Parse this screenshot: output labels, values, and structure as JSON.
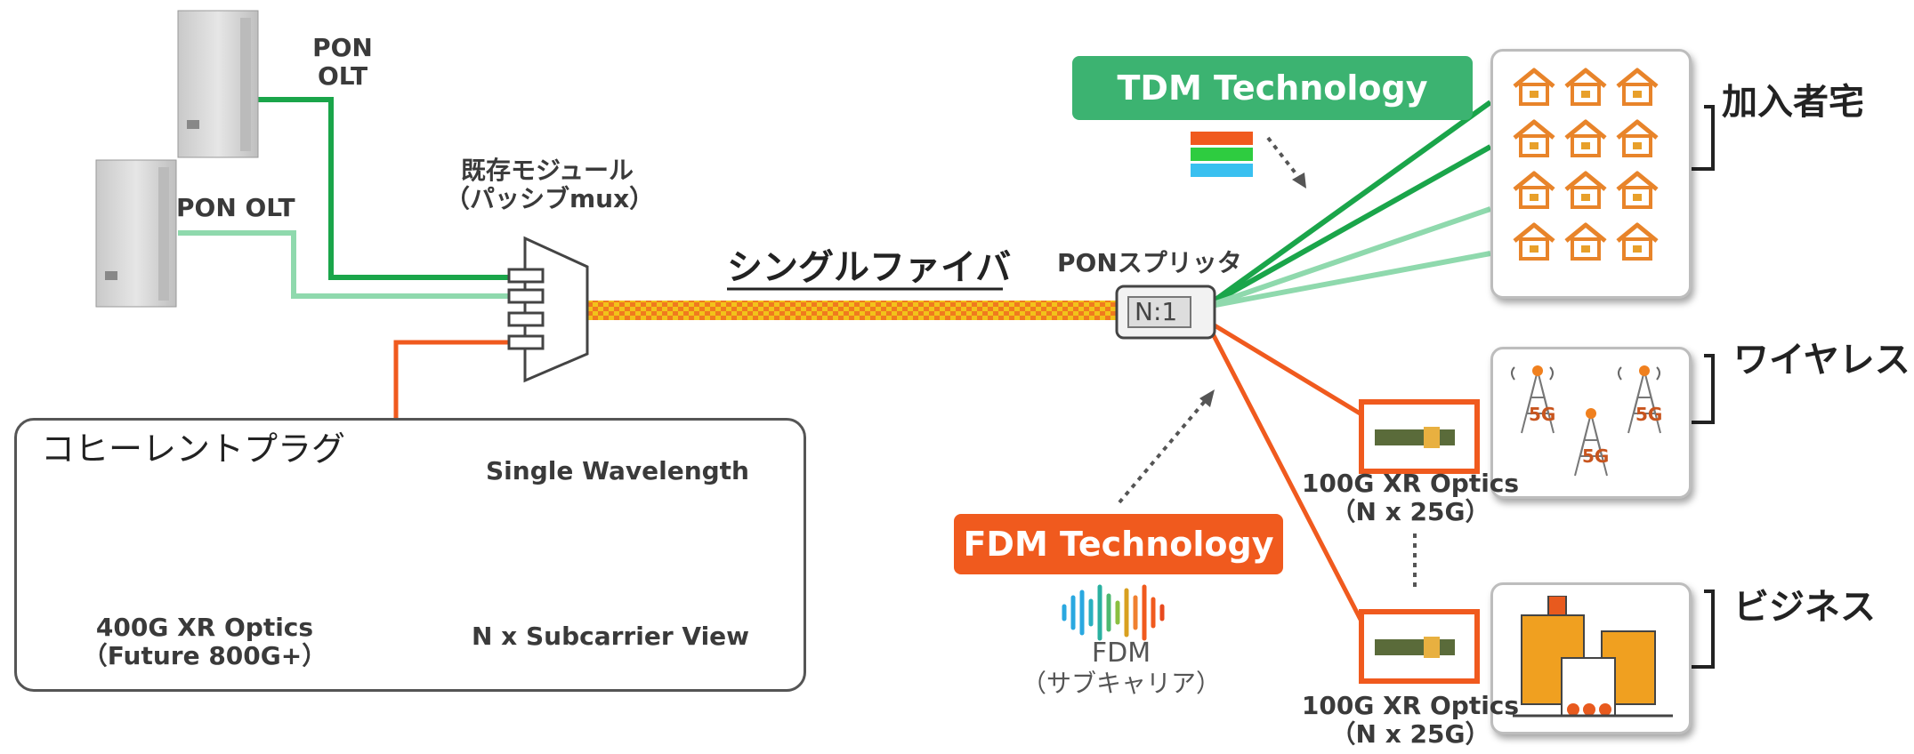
{
  "olt_top": {
    "label_line1": "PON",
    "label_line2": "OLT"
  },
  "olt_bottom": {
    "label": "PON OLT"
  },
  "mux": {
    "line1": "既存モジュール",
    "line2": "（パッシブmux）"
  },
  "fiber": {
    "label": "シングルファイバ"
  },
  "splitter": {
    "title": "PONスプリッタ",
    "ratio": "N:1"
  },
  "tdm": {
    "label": "TDM Technology",
    "color": "#3cb371"
  },
  "fdm": {
    "label": "FDM Technology",
    "color": "#f05a1e",
    "caption_line1": "FDM",
    "caption_line2": "（サブキャリア）"
  },
  "coherent": {
    "title": "コヒーレントプラグ",
    "wavelength_title": "Single Wavelength",
    "subcarrier_caption": "N x Subcarrier View",
    "optics_line1": "400G XR Optics",
    "optics_line2": "（Future 800G+）"
  },
  "endpoints": {
    "subscriber": "加入者宅",
    "wireless": "ワイヤレス",
    "wireless_badge": "5G",
    "business": "ビジネス",
    "optics1_line1": "100G XR Optics",
    "optics1_line2": "（N x 25G）",
    "optics2_line1": "100G XR Optics",
    "optics2_line2": "（N x 25G）"
  },
  "colors": {
    "green_dark": "#1aa54a",
    "green_light": "#8fd9ad",
    "orange": "#f05a1e",
    "fiber_yellow": "#f2c21a"
  },
  "icons": [
    "server-cabinet-icon",
    "passive-mux-icon",
    "house-icon",
    "cell-tower-icon",
    "building-icon",
    "transceiver-icon",
    "waveform-icon",
    "spectrum-plot-icon"
  ]
}
